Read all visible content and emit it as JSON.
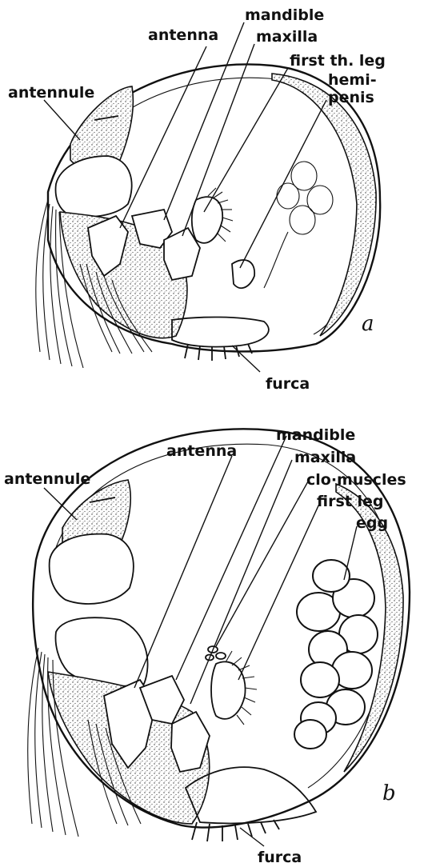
{
  "panel_a": {
    "labels": {
      "mandible": "mandible",
      "maxilla": "maxilla",
      "antenna": "antenna",
      "first_th_leg": "first th. leg",
      "hemipenis_line1": "hemi-",
      "hemipenis_line2": "penis",
      "antennule": "antennule",
      "furca": "furca"
    },
    "panel_label": "a"
  },
  "panel_b": {
    "labels": {
      "mandible": "mandible",
      "maxilla": "maxilla",
      "antenna": "antenna",
      "clo_muscles": "clo·muscles",
      "first_leg": "first leg",
      "egg": "egg",
      "antennule": "antennule",
      "furca": "furca"
    },
    "panel_label": "b"
  }
}
